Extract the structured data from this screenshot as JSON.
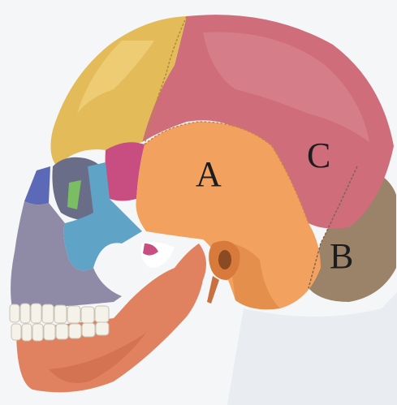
{
  "labels": {
    "a": "A",
    "b": "B",
    "c": "C"
  },
  "colors": {
    "background": "#f4f6f8",
    "frontal": "#e3bc59",
    "parietal": "#cf6d7b",
    "temporal": "#f2a25e",
    "occipital": "#9a8369",
    "sphenoid": "#c84d80",
    "zygomatic": "#5fa3c7",
    "maxilla": "#8f8aa6",
    "mandible": "#e0825f",
    "nasal": "#5c69b6",
    "lacrimal": "#7bbd63",
    "teeth": "#f5f2ea"
  }
}
